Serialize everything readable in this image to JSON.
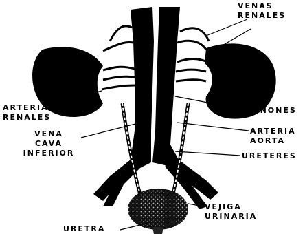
{
  "labels": {
    "venas_renales": [
      "VENAS",
      "RENALES"
    ],
    "arterias_renales": [
      "ARTERIAS",
      "RENALES"
    ],
    "rinones": "RIÑONES",
    "vena_cava_inferior": [
      "VENA",
      "CAVA",
      "INFERIOR"
    ],
    "arteria_aorta": [
      "ARTERIA",
      "AORTA"
    ],
    "ureteres": "URETERES",
    "vejiga_urinaria": [
      "VEJIGA",
      "URINARIA"
    ],
    "uretra": "URETRA"
  },
  "colors": {
    "background": "#ffffff",
    "ink": "#000000"
  }
}
